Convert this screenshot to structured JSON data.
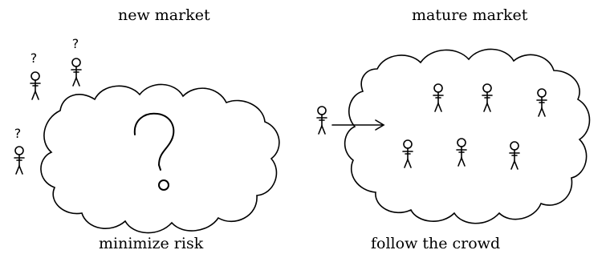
{
  "panels": {
    "left": {
      "title": "new market",
      "caption": "minimize risk",
      "center_glyph": "?",
      "person_glyph": "?"
    },
    "right": {
      "title": "mature market",
      "caption": "follow the crowd"
    }
  },
  "colors": {
    "ink": "#000000",
    "background": "#ffffff"
  }
}
